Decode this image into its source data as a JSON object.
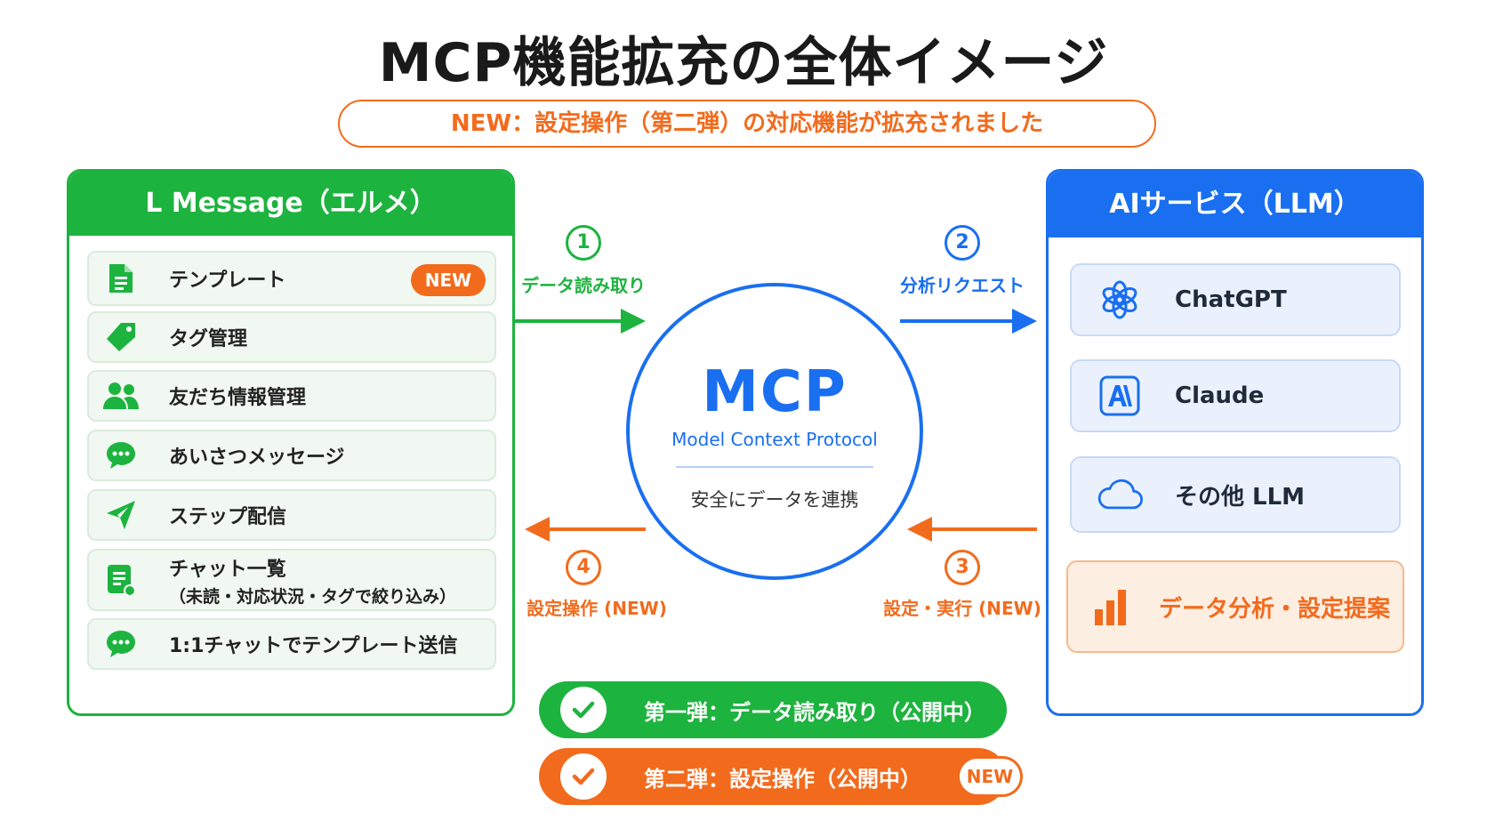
{
  "title": "MCP機能拡充の全体イメージ",
  "subtitle": "NEW：設定操作（第二弾）の対応機能が拡充されました",
  "left_panel": {
    "header": "L Message（エルメ）",
    "items": [
      {
        "label": "テンプレート",
        "icon": "document-icon",
        "badge": "NEW"
      },
      {
        "label": "タグ管理",
        "icon": "tag-icon"
      },
      {
        "label": "友だち情報管理",
        "icon": "people-icon"
      },
      {
        "label": "あいさつメッセージ",
        "icon": "chat-bubble-icon"
      },
      {
        "label": "ステップ配信",
        "icon": "send-icon"
      },
      {
        "label": "チャット一覧",
        "sublabel": "（未読・対応状況・タグで絞り込み）",
        "icon": "list-doc-icon"
      },
      {
        "label": "1:1チャットでテンプレート送信",
        "icon": "chat-bubble-icon"
      }
    ]
  },
  "right_panel": {
    "header": "AIサービス（LLM）",
    "items": [
      {
        "label": "ChatGPT",
        "icon": "openai-icon"
      },
      {
        "label": "Claude",
        "icon": "anthropic-icon"
      },
      {
        "label": "その他 LLM",
        "icon": "cloud-icon"
      }
    ],
    "suggestion": {
      "label": "データ分析・設定提案",
      "icon": "bar-chart-icon"
    }
  },
  "center": {
    "title": "MCP",
    "subtitle": "Model Context Protocol",
    "note": "安全にデータを連携"
  },
  "steps": [
    {
      "number": "1",
      "label": "データ読み取り",
      "color": "#1db33f"
    },
    {
      "number": "2",
      "label": "分析リクエスト",
      "color": "#1a6ff0"
    },
    {
      "number": "3",
      "label": "設定・実行 (NEW)",
      "color": "#f26b1d"
    },
    {
      "number": "4",
      "label": "設定操作 (NEW)",
      "color": "#f26b1d"
    }
  ],
  "status": [
    {
      "label": "第一弾：データ読み取り（公開中）",
      "color": "#1db33f"
    },
    {
      "label": "第二弾：設定操作（公開中）",
      "color": "#f26b1d",
      "badge": "NEW"
    }
  ],
  "colors": {
    "green": "#1db33f",
    "blue": "#1a6ff0",
    "orange": "#f26b1d"
  }
}
